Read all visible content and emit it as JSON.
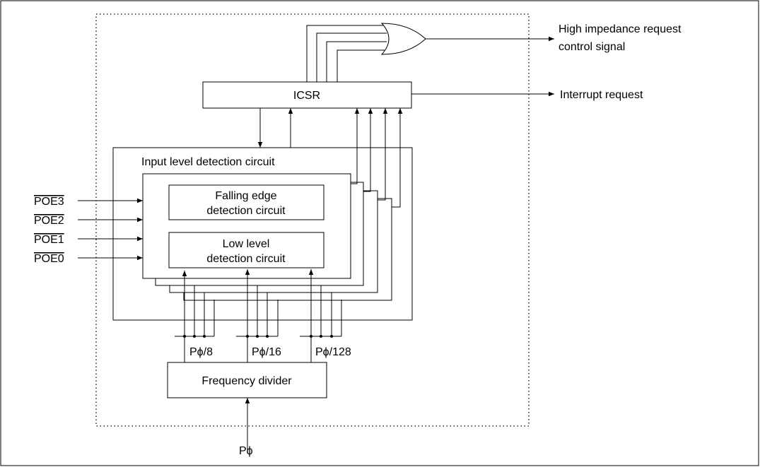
{
  "labels": {
    "high_impedance_line1": "High impedance request",
    "high_impedance_line2": "control signal",
    "interrupt_request": "Interrupt request",
    "icsr": "ICSR",
    "input_level_detection": "Input level detection circuit",
    "falling_edge_line1": "Falling edge",
    "falling_edge_line2": "detection circuit",
    "low_level_line1": "Low level",
    "low_level_line2": "detection circuit",
    "frequency_divider": "Frequency divider",
    "clock_input": "Pϕ",
    "clock_div8": "Pϕ/8",
    "clock_div16": "Pϕ/16",
    "clock_div128": "Pϕ/128"
  },
  "inputs": [
    "POE3",
    "POE2",
    "POE1",
    "POE0"
  ]
}
